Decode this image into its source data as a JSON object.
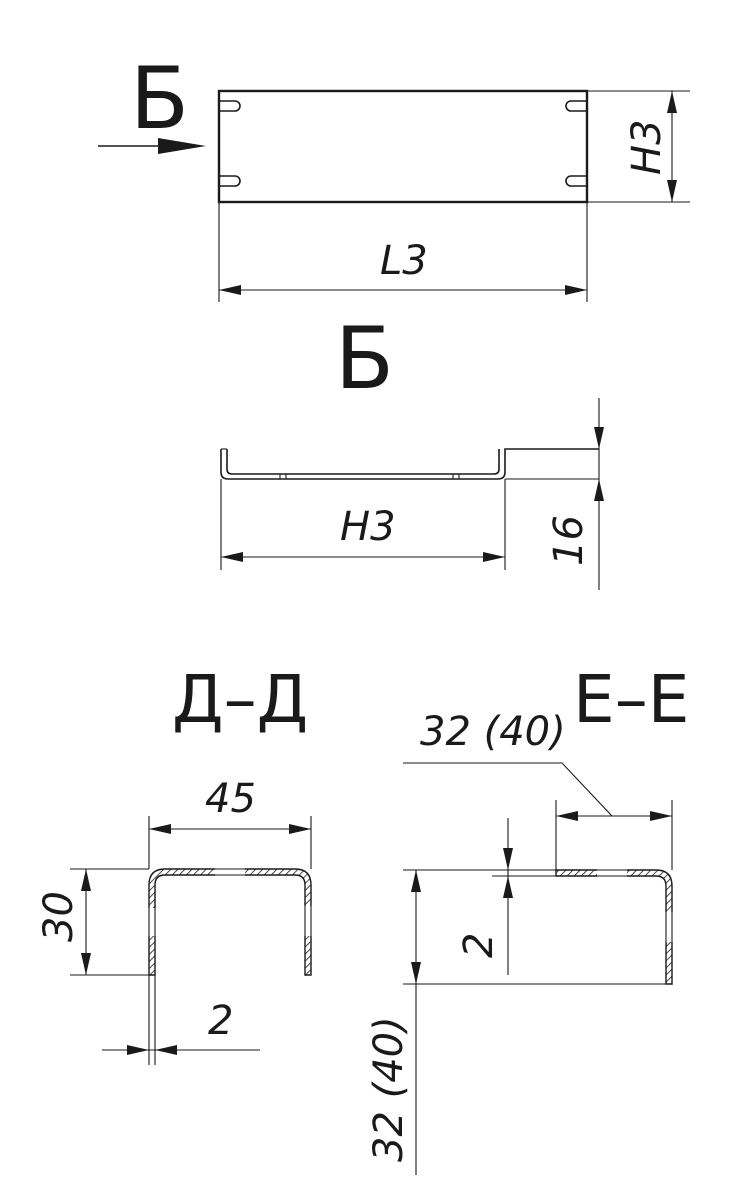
{
  "view_arrow_letter": "Б",
  "view_title": "Б",
  "dims": {
    "h3_top": "Н3",
    "l3": "L3",
    "h3_view": "Н3",
    "d16": "16",
    "d45": "45",
    "d30": "30",
    "d2_left": "2",
    "d32_40_top": "32 (40)",
    "d2_right": "2",
    "d32_40_left": "32 (40)"
  },
  "sections": {
    "left": "Д–Д",
    "right": "Е–Е"
  },
  "colors": {
    "line": "#1a1a1a",
    "hatch": "#1a1a1a",
    "background": "#ffffff"
  }
}
